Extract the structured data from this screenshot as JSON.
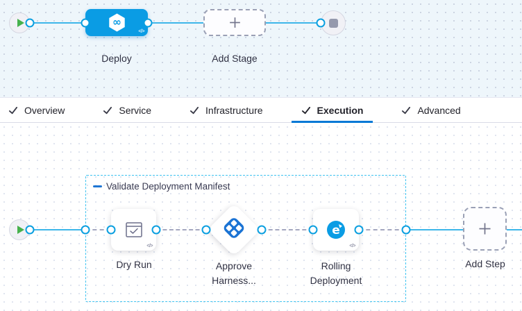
{
  "stage_graph": {
    "deploy_label": "Deploy",
    "add_stage_label": "Add Stage",
    "code_icon": "</>"
  },
  "tabs": [
    {
      "label": "Overview",
      "active": false
    },
    {
      "label": "Service",
      "active": false
    },
    {
      "label": "Infrastructure",
      "active": false
    },
    {
      "label": "Execution",
      "active": true
    },
    {
      "label": "Advanced",
      "active": false
    }
  ],
  "execution": {
    "group_label": "Validate Deployment Manifest",
    "steps": [
      {
        "label": "Dry Run",
        "icon": "window-check-icon"
      },
      {
        "label": "Approve Harness...",
        "icon": "harness-approval-icon"
      },
      {
        "label": "Rolling Deployment",
        "icon": "rolling-update-icon"
      }
    ],
    "add_step_label": "Add Step",
    "code_icon": "</>"
  },
  "colors": {
    "node_blue": "#0a9ce4",
    "connector_blue": "#3db6e9",
    "port_ring": "#0b9fe0",
    "group_border_cyan": "#3ec3f0",
    "active_tab_underline": "#0278d5",
    "approval_icon_blue": "#1a73d4",
    "play_green": "#46b14c",
    "stage_canvas_bg": "#eef6fb"
  }
}
